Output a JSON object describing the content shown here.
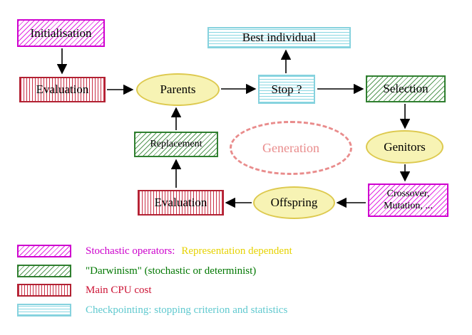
{
  "nodes": {
    "initialisation": {
      "label": "Initialisation"
    },
    "evaluation_top": {
      "label": "Evaluation"
    },
    "parents": {
      "label": "Parents"
    },
    "best_individual": {
      "label": "Best individual"
    },
    "stop": {
      "label": "Stop ?"
    },
    "selection": {
      "label": "Selection"
    },
    "replacement": {
      "label": "Replacement"
    },
    "generation": {
      "label": "Generation"
    },
    "genitors": {
      "label": "Genitors"
    },
    "evaluation_bottom": {
      "label": "Evaluation"
    },
    "offspring": {
      "label": "Offspring"
    },
    "crossover": {
      "line1": "Crossover,",
      "line2": "Mutation, ..."
    }
  },
  "legend": {
    "items": [
      {
        "label": "Stochastic operators:",
        "label2": "Representation dependent"
      },
      {
        "label": "\"Darwinism\" (stochastic or determinist)"
      },
      {
        "label": "Main CPU cost"
      },
      {
        "label": "Checkpointing: stopping criterion and statistics"
      }
    ]
  },
  "colors": {
    "stochastic_magenta": "#cc00cc",
    "representation_yellow": "#e6d200",
    "darwinism_green": "#007700",
    "cpu_red": "#cc1133",
    "checkpoint_cyan": "#5fc9cf",
    "ellipse_yellow_fill": "#f7f3b4",
    "generation_pink": "#e98c8c",
    "arrow_black": "#000000"
  }
}
